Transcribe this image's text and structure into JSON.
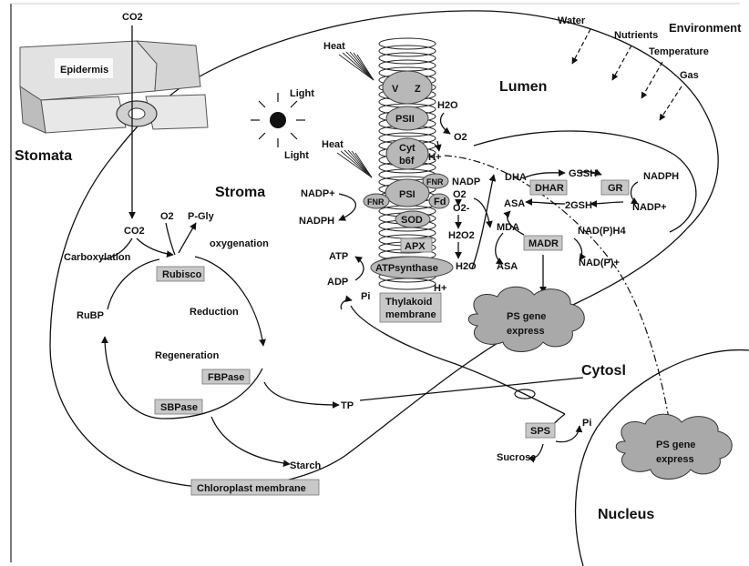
{
  "labels": {
    "co2_top": "CO2",
    "epidermis": "Epidermis",
    "stomata": "Stomata",
    "heat": "Heat",
    "light": "Light",
    "v": "V",
    "z": "Z",
    "psii": "PSII",
    "cyt": "Cyt",
    "b6f": "b6f",
    "h2o": "H2O",
    "o2": "O2",
    "h_plus": "H+",
    "lumen": "Lumen",
    "water": "Water",
    "nutrients": "Nutrients",
    "environment": "Environment",
    "temperature": "Temperature",
    "gas": "Gas",
    "stroma": "Stroma",
    "nadp_plus": "NADP+",
    "nadph": "NADPH",
    "fnr": "FNR",
    "psi": "PSI",
    "fd": "Fd",
    "nadp": "NADP",
    "o2_minus": "O2-",
    "sod": "SOD",
    "h2o2": "H2O2",
    "apx": "APX",
    "atp": "ATP",
    "adp": "ADP",
    "pi": "Pi",
    "atpsynthase": "ATPsynthase",
    "thylakoid_line1": "Thylakoid",
    "thylakoid_line2": "membrane",
    "dha": "DHA",
    "gssh": "GSSH",
    "dhar": "DHAR",
    "gr": "GR",
    "asa": "ASA",
    "gsh2": "2GSH",
    "mda": "MDA",
    "nadph4": "NAD(P)H4",
    "madr": "MADR",
    "nadp_paren": "NAD(P)+",
    "ps_gene_line1": "PS gene",
    "ps_gene_line2": "express",
    "cytosol": "Cytosl",
    "co2": "CO2",
    "o2_small": "O2",
    "p_gly": "P-Gly",
    "carboxylation": "Carboxylation",
    "oxygenation": "oxygenation",
    "rubisco": "Rubisco",
    "rubp": "RuBP",
    "reduction": "Reduction",
    "regeneration": "Regeneration",
    "fbpase": "FBPase",
    "sbpase": "SBPase",
    "tp": "TP",
    "sps": "SPS",
    "sucrose": "Sucrose",
    "starch": "Starch",
    "chloroplast_membrane": "Chloroplast membrane",
    "nucleus": "Nucleus"
  }
}
